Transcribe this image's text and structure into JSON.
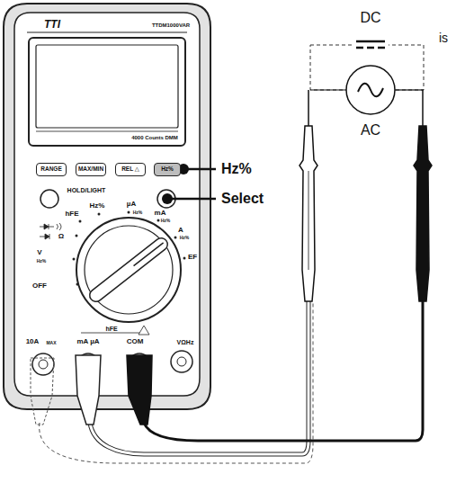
{
  "diagram": {
    "nodes": [
      {
        "text": [
          "RANGE"
        ]
      },
      {
        "text": [
          "MAX/MIN"
        ]
      },
      {
        "text": [
          "REL △"
        ]
      },
      {
        "text": [
          "Hz%"
        ]
      }
    ],
    "labels": [
      "TTDM1000VAR",
      "4000 Counts DMM",
      "HOLD/LIGHT",
      "hFE",
      "Hz%",
      "µA",
      "Hz%",
      "mA",
      "Hz%",
      "A",
      "Hz%",
      "EF",
      "V",
      "Hz%",
      "Ω",
      "OFF",
      "10A",
      "MAX",
      "mA µA",
      "hFE",
      "COM",
      "VΩHz",
      "DC",
      "AC",
      "is",
      "Hz%",
      "Select",
      "TTI"
    ]
  }
}
